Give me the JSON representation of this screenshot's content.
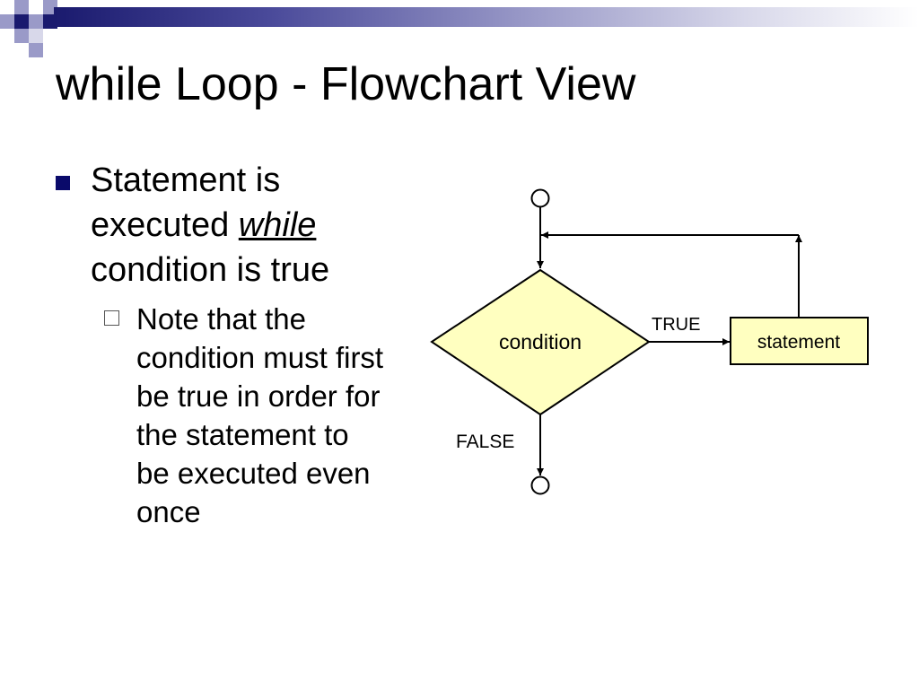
{
  "slide": {
    "title": "while Loop - Flowchart View",
    "bullet": {
      "text_before": "Statement is executed ",
      "emphasis": "while",
      "text_after": " condition is true",
      "sub_bullet": "Note that the condition must first be true in order for the statement to be executed even once"
    }
  },
  "flowchart": {
    "decision_label": "condition",
    "process_label": "statement",
    "true_label": "TRUE",
    "false_label": "FALSE"
  },
  "colors": {
    "accent": "#1a1a6e",
    "bullet_marker": "#0a0a6a",
    "shape_fill": "#ffffc0"
  }
}
